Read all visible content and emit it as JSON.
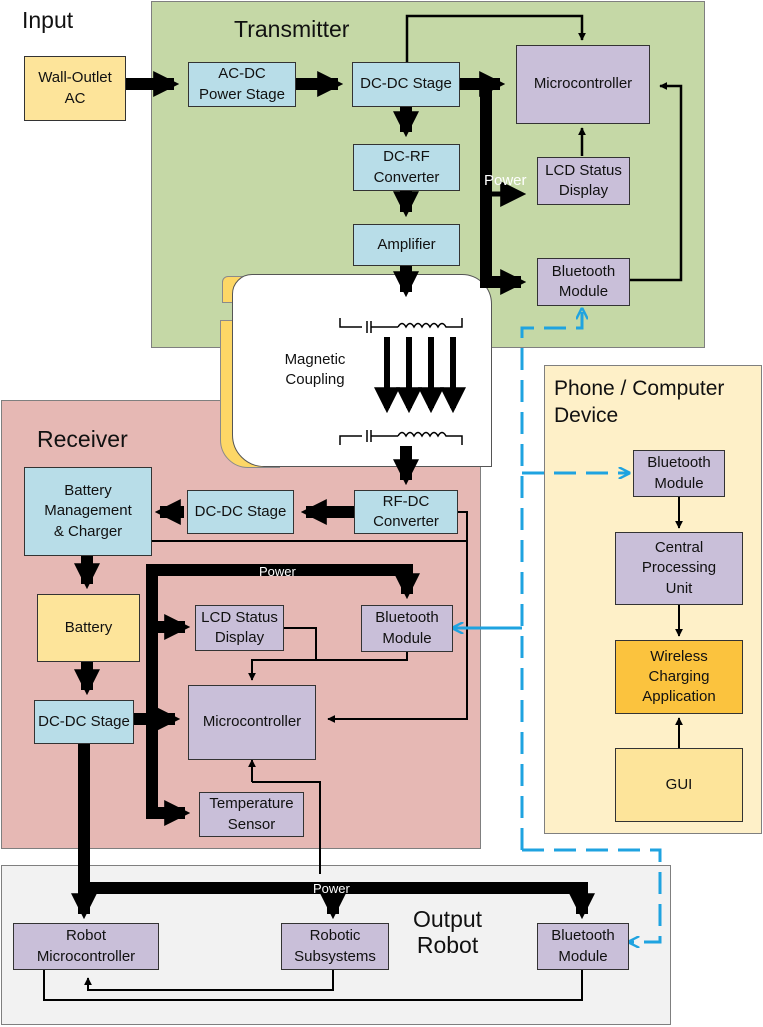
{
  "input_title": "Input",
  "transmitter": {
    "title": "Transmitter",
    "wall_outlet": "Wall-Outlet\nAC",
    "ac_dc": "AC-DC\nPower Stage",
    "dc_dc": "DC-DC Stage",
    "microcontroller": "Microcontroller",
    "dc_rf": "DC-RF\nConverter",
    "lcd": "LCD Status\nDisplay",
    "power_label": "Power",
    "amplifier": "Amplifier",
    "bluetooth": "Bluetooth\nModule"
  },
  "coupling": {
    "label": "Magnetic\nCoupling"
  },
  "receiver": {
    "title": "Receiver",
    "battery_mgmt": "Battery\nManagement\n& Charger",
    "dc_dc_top": "DC-DC Stage",
    "rf_dc": "RF-DC\nConverter",
    "power_label": "Power",
    "battery": "Battery",
    "lcd": "LCD Status\nDisplay",
    "bluetooth": "Bluetooth\nModule",
    "dc_dc_bottom": "DC-DC Stage",
    "microcontroller": "Microcontroller",
    "temp_sensor": "Temperature\nSensor"
  },
  "phone": {
    "title": "Phone / Computer\nDevice",
    "bluetooth": "Bluetooth\nModule",
    "cpu": "Central\nProcessing\nUnit",
    "app": "Wireless\nCharging\nApplication",
    "gui": "GUI"
  },
  "output": {
    "title": "Output\nRobot",
    "power_label": "Power",
    "robot_mcu": "Robot\nMicrocontroller",
    "subsystems": "Robotic\nSubsystems",
    "bluetooth": "Bluetooth\nModule"
  },
  "colors": {
    "transmitter_bg": "#c5d8a6",
    "receiver_bg": "#e6b8b4",
    "phone_bg": "#fef0c8",
    "output_bg": "#f2f2f2",
    "coupling_accent": "#fdd766",
    "bluetooth_link": "#1fa3e0"
  }
}
